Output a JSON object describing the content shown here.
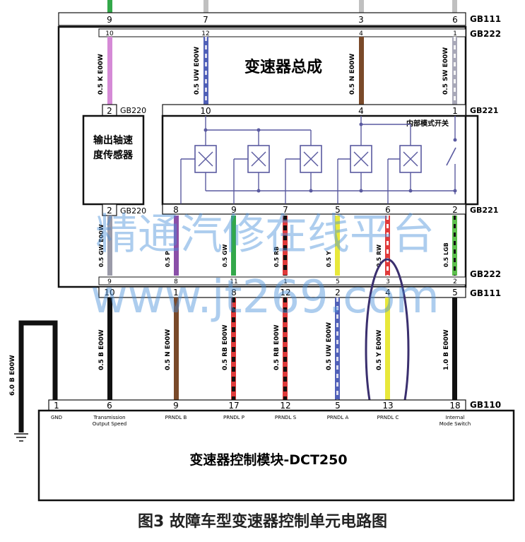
{
  "title": "变速器总成",
  "caption": "图3 故障车型变速器控制单元电路图",
  "watermark": {
    "line1": "精通汽修在线平台",
    "line2": "www.jt269.com"
  },
  "tcm": {
    "title": "变速器控制模块-DCT250"
  },
  "sensor": {
    "label_line1": "输出轴速",
    "label_line2": "度传感器"
  },
  "switch_block": {
    "label": "内部模式开关"
  },
  "connectors": {
    "gb111": "GB111",
    "gb222": "GB222",
    "gb220": "GB220",
    "gb221": "GB221",
    "gb110": "GB110"
  },
  "top_pins": {
    "gb111": [
      "9",
      "7",
      "3",
      "6"
    ],
    "gb222": [
      "10",
      "12",
      "4",
      "1"
    ]
  },
  "gb221_top_pins": [
    "10",
    "4",
    "1"
  ],
  "sensor_pins": {
    "top": "2",
    "bottom": "2"
  },
  "gb221_bottom_pins": [
    "8",
    "9",
    "7",
    "5",
    "6",
    "2"
  ],
  "gb222_bottom_pins": [
    "9",
    "8",
    "11",
    "1",
    "5",
    "3",
    "2"
  ],
  "gb111_bottom_pins": [
    "10",
    "1",
    "8",
    "12",
    "2",
    "4",
    "5"
  ],
  "tcm_pins": [
    "1",
    "6",
    "9",
    "17",
    "12",
    "5",
    "13",
    "18"
  ],
  "tcm_pin_labels": [
    "GND",
    "Transmission",
    "PRNDL B",
    "PRNDL P",
    "PRNDL S",
    "PRNDL A",
    "PRNDL C",
    "Internal"
  ],
  "tcm_pin_labels2": [
    "Output Speed",
    "Mode Switch"
  ],
  "upper_wire_labels": [
    "0.5  K  E00W",
    "0.5  UW  E00W",
    "0.5  N  E00W",
    "0.5  SW  E00W"
  ],
  "mid_wire_labels": [
    "0.5  GW  E00W",
    "0.5  P",
    "0.5  GW",
    "0.5  RB",
    "0.5  Y",
    "0.5  RW",
    "0.5 LGB"
  ],
  "lower_wire_labels": [
    "0.5  B  E00W",
    "0.5  N  E00W",
    "0.5  RB  E00W",
    "0.5  RB  E00W",
    "0.5  UW  E00W",
    "0.5  Y  E00W",
    "1.0  B  E00W"
  ],
  "gnd_wire_label": "6.0  B  E00W",
  "colors": {
    "outline": "#111111",
    "relay": "#5a5aa0",
    "highlight": "#3a2f6e"
  }
}
